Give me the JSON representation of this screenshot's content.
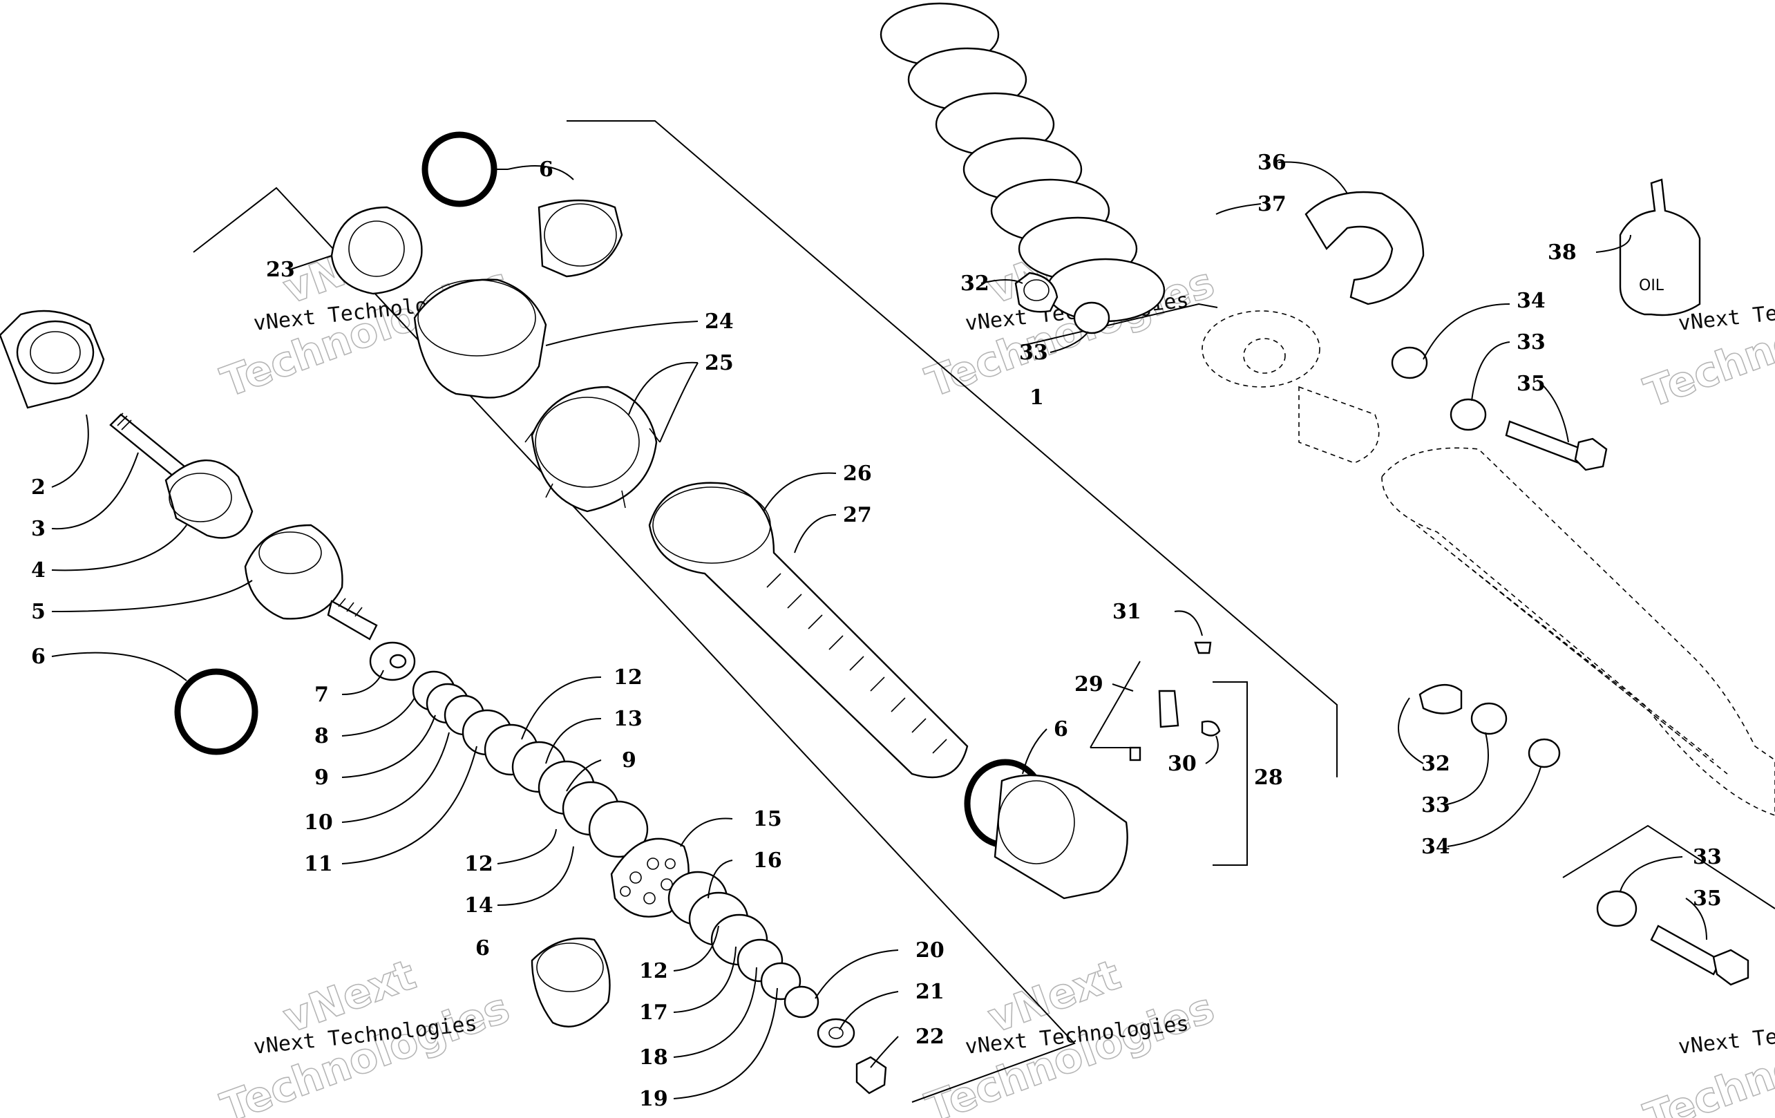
{
  "callouts": {
    "c1": "1",
    "c2": "2",
    "c3": "3",
    "c4": "4",
    "c5": "5",
    "c6a": "6",
    "c6b": "6",
    "c6c": "6",
    "c6d": "6",
    "c7": "7",
    "c8": "8",
    "c9a": "9",
    "c9b": "9",
    "c10": "10",
    "c11": "11",
    "c12a": "12",
    "c12b": "12",
    "c12c": "12",
    "c13": "13",
    "c14": "14",
    "c15": "15",
    "c16": "16",
    "c17": "17",
    "c18": "18",
    "c19": "19",
    "c20": "20",
    "c21": "21",
    "c22": "22",
    "c23": "23",
    "c24": "24",
    "c25": "25",
    "c26": "26",
    "c27": "27",
    "c28": "28",
    "c29": "29",
    "c30": "30",
    "c31": "31",
    "c32a": "32",
    "c32b": "32",
    "c33a": "33",
    "c33b": "33",
    "c33c": "33",
    "c33d": "33",
    "c34a": "34",
    "c34b": "34",
    "c35a": "35",
    "c35b": "35",
    "c36": "36",
    "c37": "37",
    "c38": "38"
  },
  "oil_bottle_label": "OIL",
  "watermark": {
    "small": "vNext Technologies",
    "big_top": "vNext",
    "big_bottom": "Technologies",
    "clipped_small": "vNext Tec",
    "clipped_big": "Technolo"
  }
}
